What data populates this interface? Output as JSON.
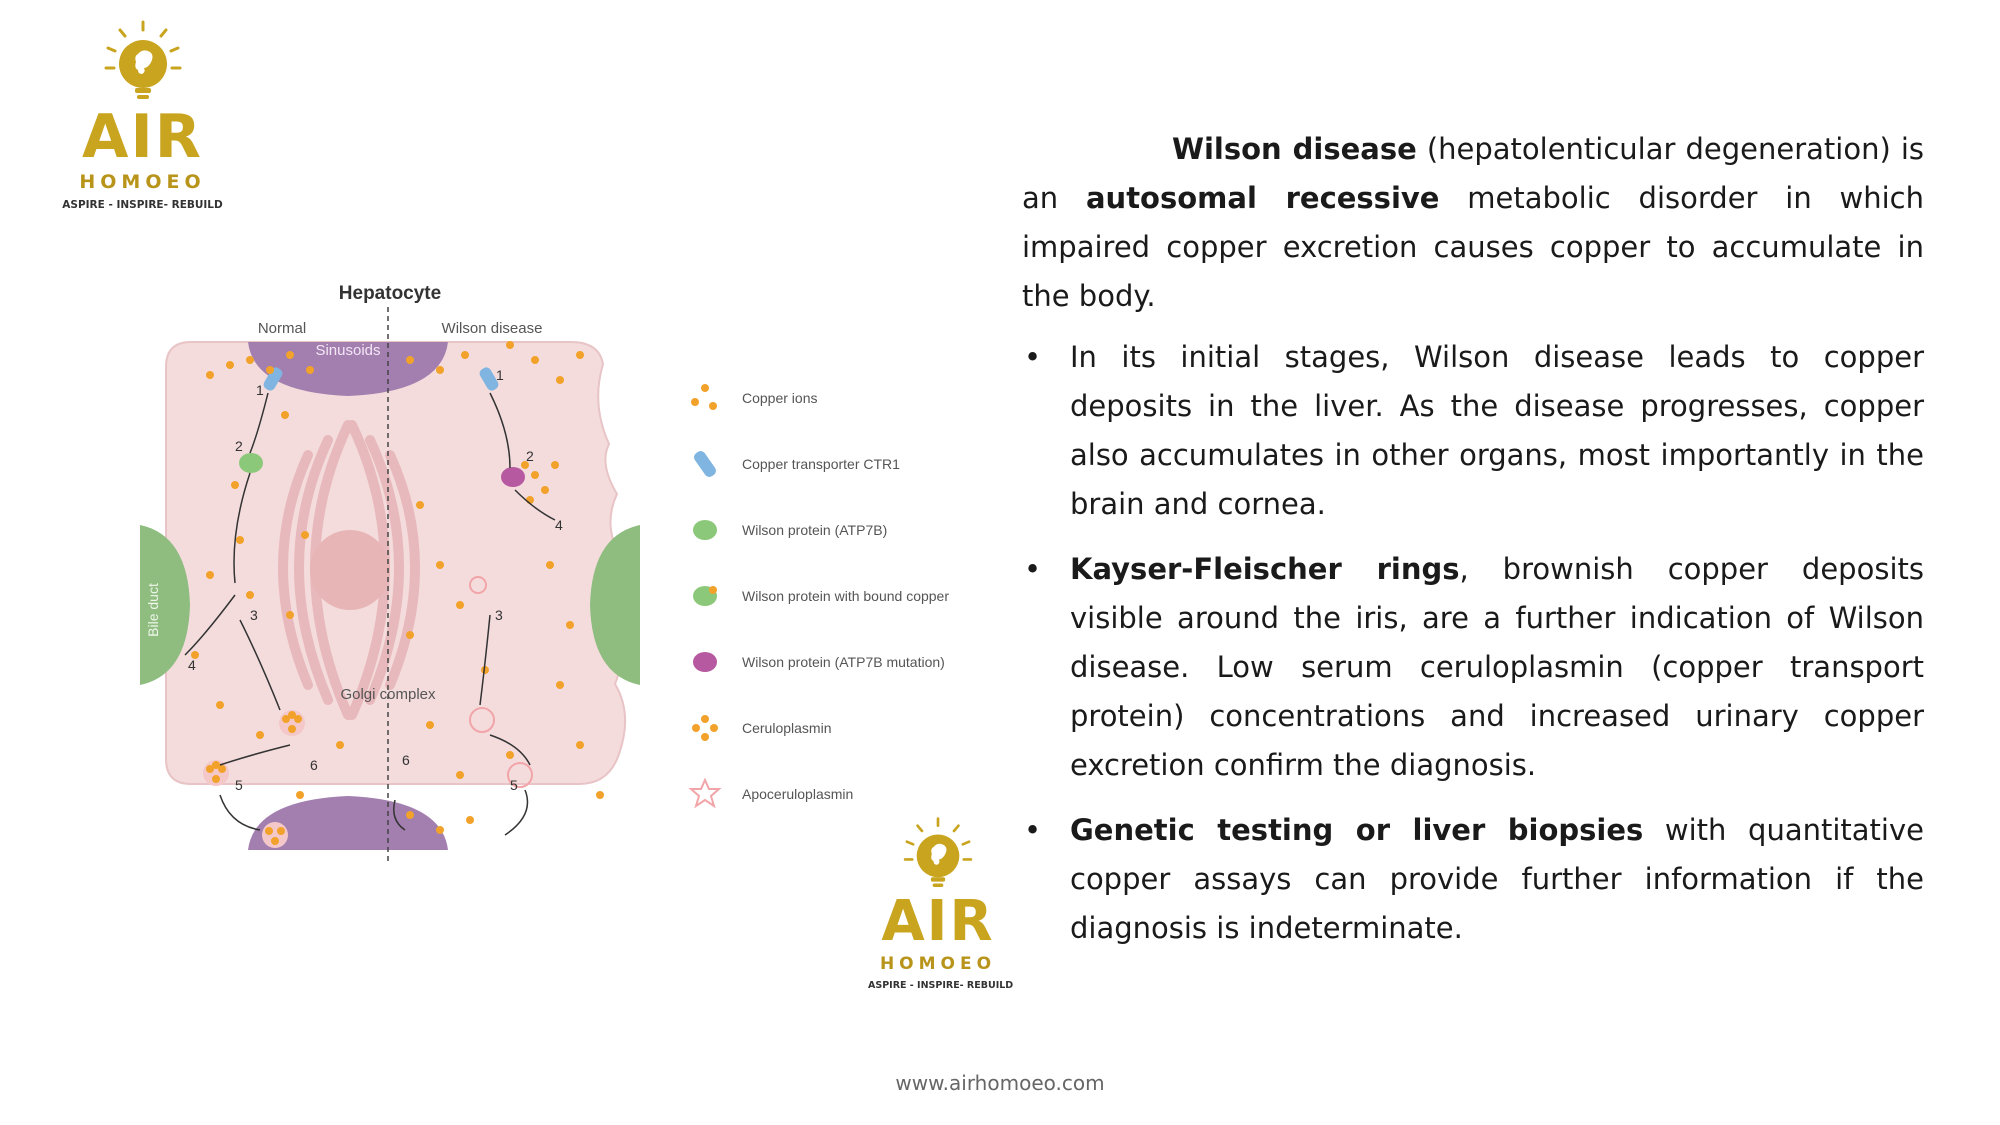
{
  "logo": {
    "brand": "AIR",
    "sub": "HOMOEO",
    "tagline": "ASPIRE - INSPIRE- REBUILD",
    "color": "#c9a41f"
  },
  "diagram": {
    "title": "Hepatocyte",
    "left_label": "Normal",
    "right_label": "Wilson disease",
    "sinusoids_label": "Sinusoids",
    "bile_duct_label": "Bile duct",
    "golgi_label": "Golgi complex",
    "step_numbers": [
      "1",
      "2",
      "3",
      "4",
      "5",
      "6"
    ]
  },
  "legend": [
    {
      "icon": "copper-ions-icon",
      "label": "Copper ions"
    },
    {
      "icon": "copper-transporter-icon",
      "label": "Copper transporter CTR1"
    },
    {
      "icon": "wilson-protein-icon",
      "label": "Wilson protein (ATP7B)"
    },
    {
      "icon": "wilson-protein-bound-icon",
      "label": "Wilson protein with bound copper"
    },
    {
      "icon": "wilson-protein-mutation-icon",
      "label": "Wilson protein (ATP7B mutation)"
    },
    {
      "icon": "ceruloplasmin-icon",
      "label": "Ceruloplasmin"
    },
    {
      "icon": "apoceruloplasmin-icon",
      "label": "Apoceruloplasmin"
    }
  ],
  "text": {
    "intro_bold1": "Wilson disease",
    "intro_rest1": " (hepatolenticular degeneration) is an ",
    "intro_bold2": "autosomal recessive",
    "intro_rest2": " metabolic disorder in which impaired copper excretion causes copper to accumulate in the body.",
    "bullet": "•",
    "b1": "In its initial stages, Wilson disease leads to copper deposits in the liver. As the disease progresses, copper also accumulates in other organs, most importantly in the brain and cornea.",
    "b2_bold": "Kayser-Fleischer rings",
    "b2_rest": ", brownish copper deposits visible around the iris, are a further indication of Wilson disease. Low serum ceruloplasmin (copper transport protein) concentrations and increased urinary copper excretion confirm the diagnosis.",
    "b3_bold": "Genetic testing or liver biopsies",
    "b3_rest": " with quantitative copper assays can provide further information if the diagnosis is indeterminate."
  },
  "website": "www.airhomoeo.com",
  "colors": {
    "cell": "#f4dcdd",
    "sinusoid": "#a37fb0",
    "bile_duct": "#8fbc7f",
    "copper": "#f2a22a",
    "nucleus": "#e8b5b6"
  }
}
